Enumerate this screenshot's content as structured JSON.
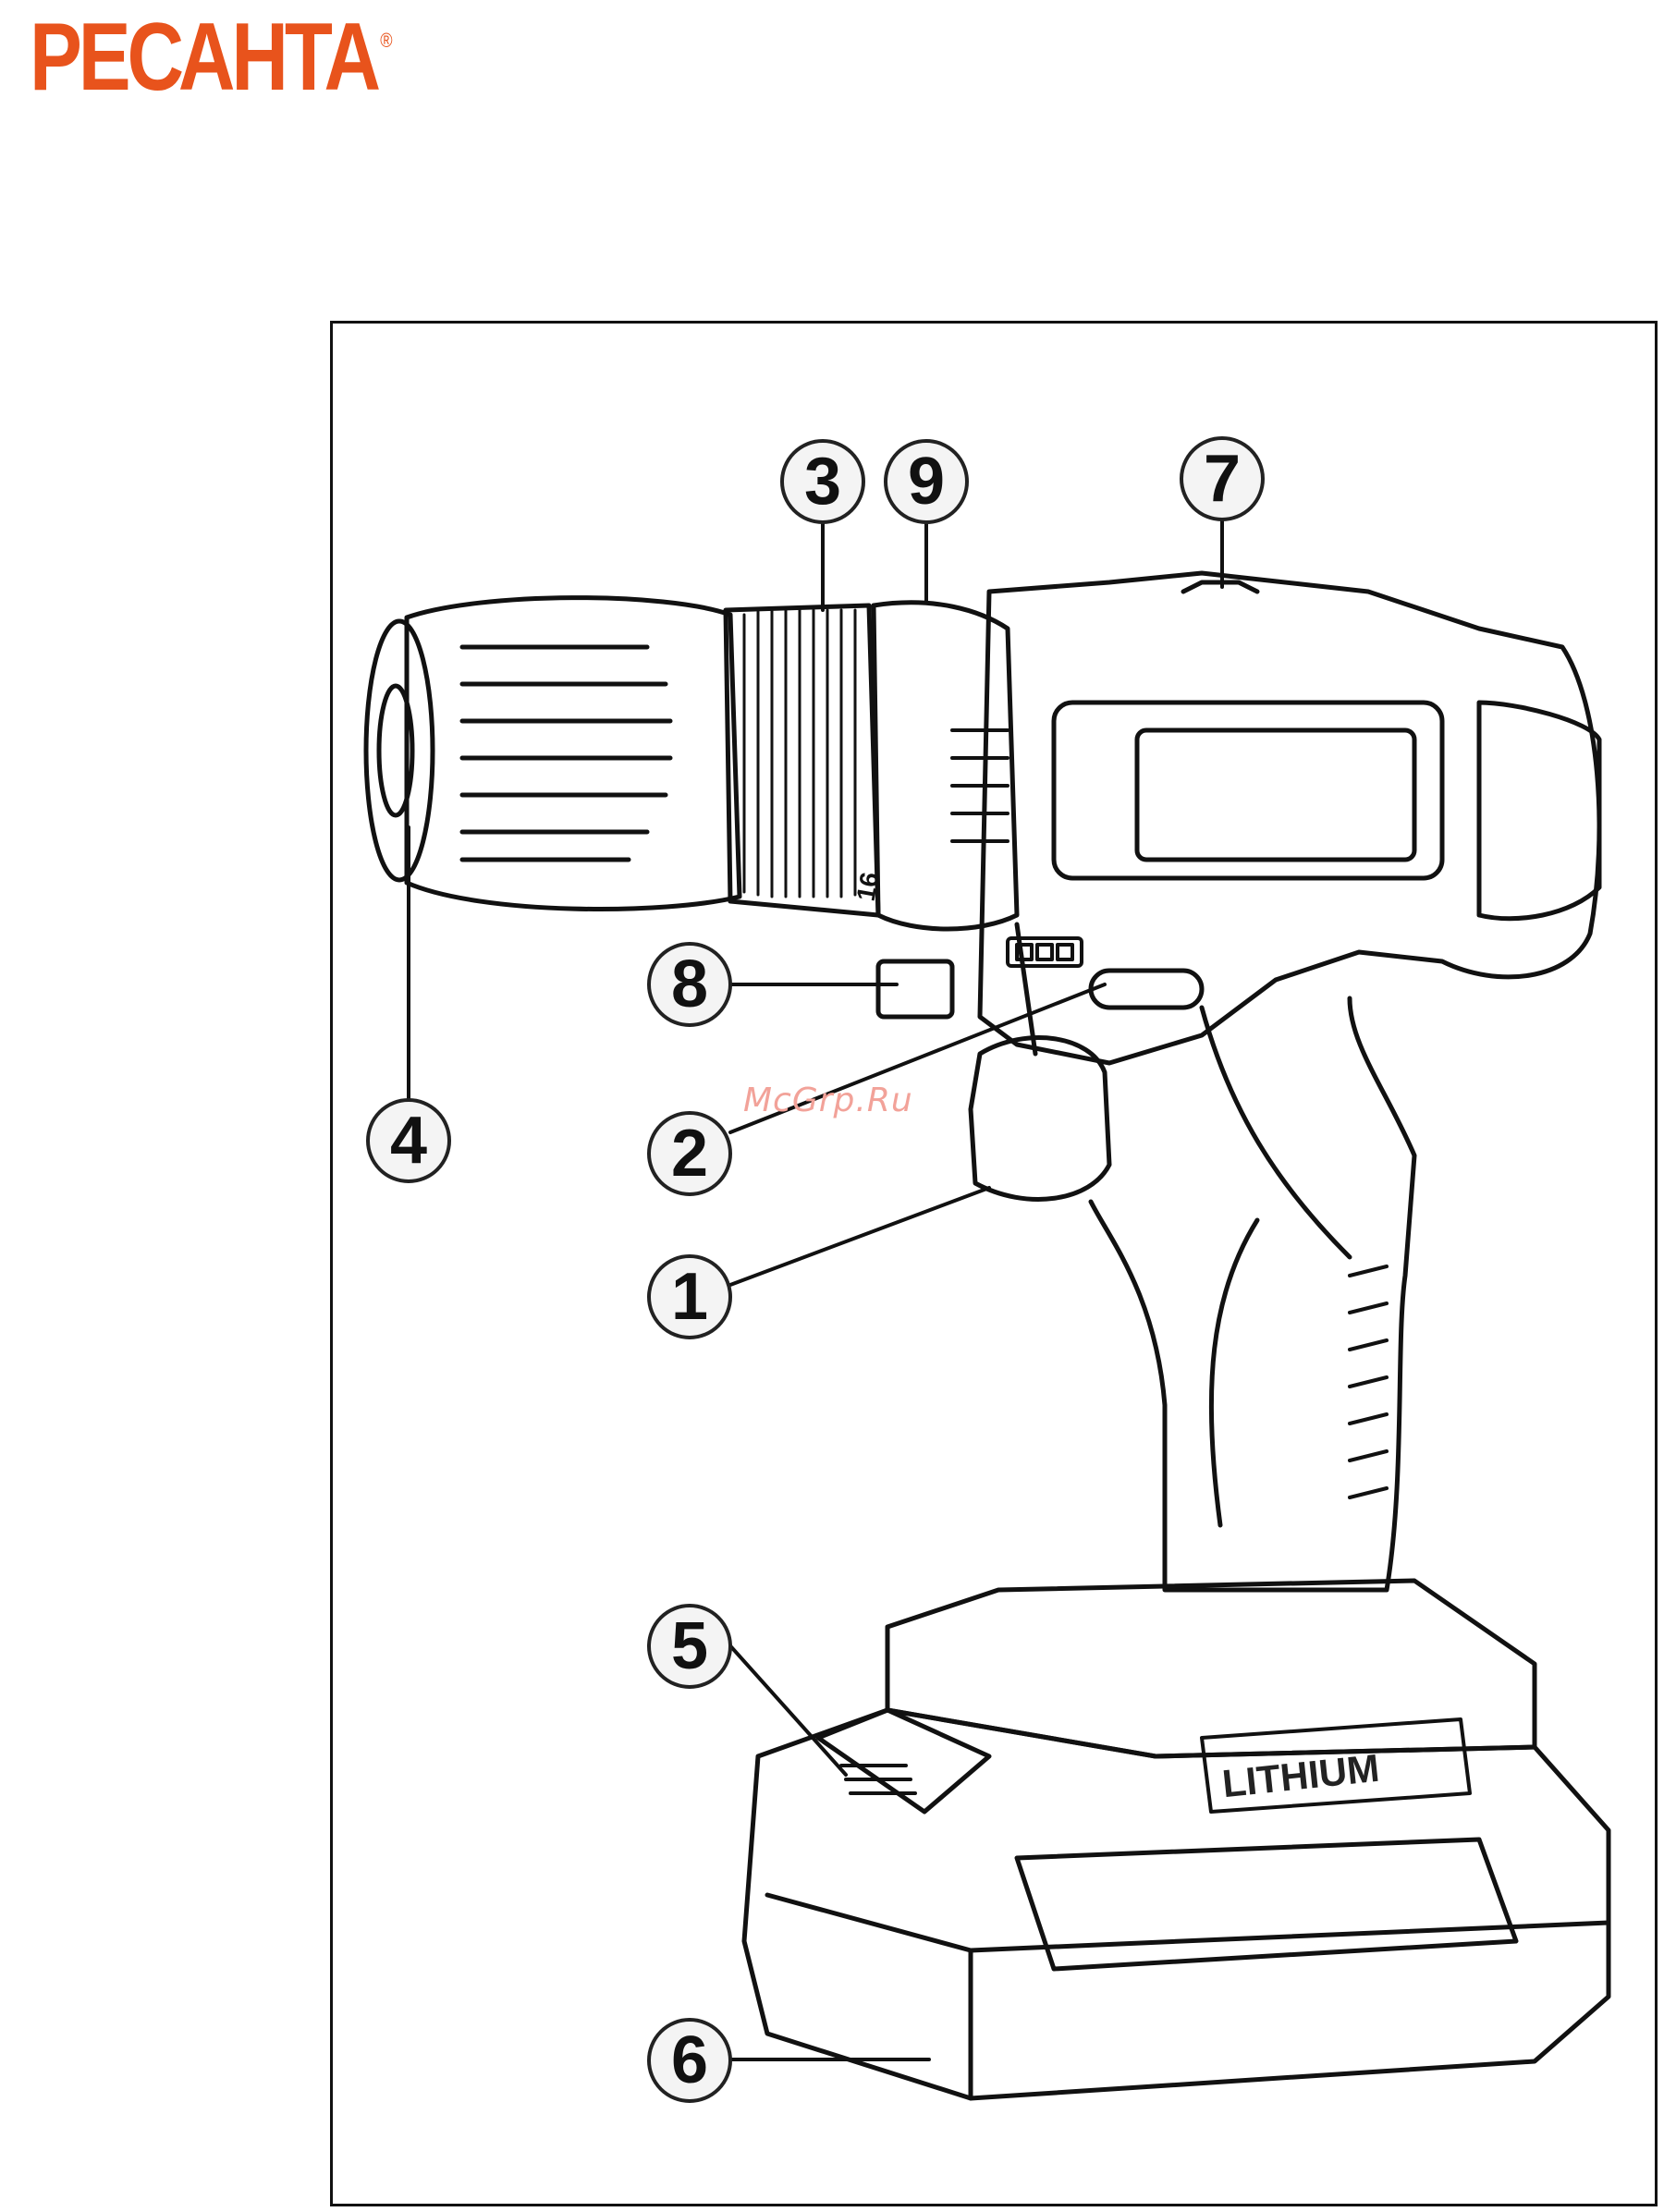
{
  "brand": {
    "name": "РЕСАНТА",
    "mark": "®",
    "color": "#e8531c"
  },
  "diagram": {
    "callouts": [
      "3",
      "9",
      "7",
      "8",
      "4",
      "2",
      "1",
      "5",
      "6"
    ],
    "battery_label": "LITHIUM",
    "dial_number": "16"
  },
  "watermark": "McGrp.Ru"
}
